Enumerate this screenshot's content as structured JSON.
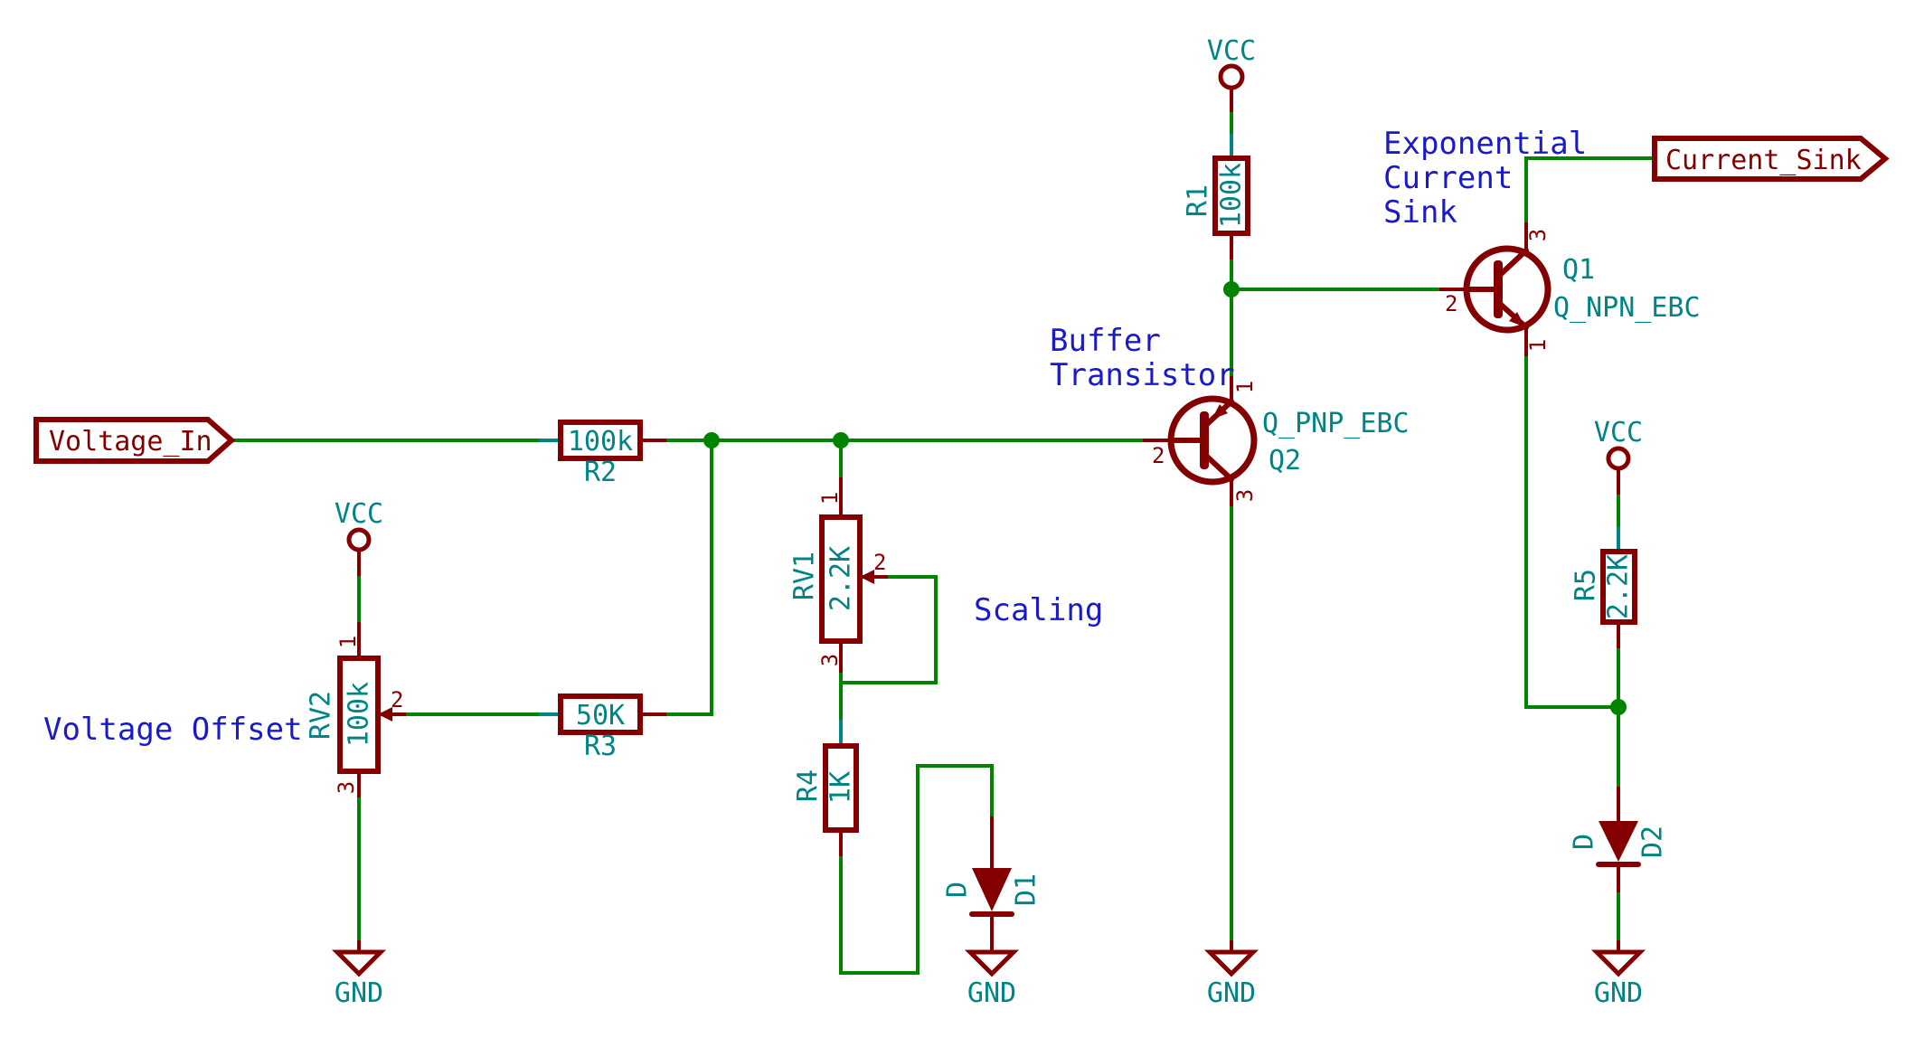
{
  "schematic": {
    "hier_labels": {
      "voltage_in": "Voltage_In",
      "current_sink": "Current_Sink"
    },
    "power": {
      "vcc": "VCC",
      "gnd": "GND"
    },
    "comments": {
      "voltage_offset": "Voltage Offset",
      "scaling": "Scaling",
      "buffer": [
        "Buffer",
        "Transistor"
      ],
      "exponential": [
        "Exponential",
        "Current",
        "Sink"
      ]
    },
    "components": {
      "r1": {
        "ref": "R1",
        "value": "100k"
      },
      "r2": {
        "ref": "R2",
        "value": "100k"
      },
      "r3": {
        "ref": "R3",
        "value": "50K"
      },
      "r4": {
        "ref": "R4",
        "value": "1K"
      },
      "r5": {
        "ref": "R5",
        "value": "2.2K"
      },
      "rv1": {
        "ref": "RV1",
        "value": "2.2K"
      },
      "rv2": {
        "ref": "RV2",
        "value": "100k"
      },
      "q1": {
        "ref": "Q1",
        "value": "Q_NPN_EBC"
      },
      "q2": {
        "ref": "Q2",
        "value": "Q_PNP_EBC"
      },
      "d1": {
        "ref": "D1",
        "value": "D"
      },
      "d2": {
        "ref": "D2",
        "value": "D"
      }
    },
    "pins": {
      "p1": "1",
      "p2": "2",
      "p3": "3"
    },
    "colors": {
      "wire": "#008400",
      "component": "#840000",
      "fields": "#008484",
      "comment": "#1A1AC8",
      "junction": "#008400",
      "background": "#FFFFFF"
    }
  }
}
